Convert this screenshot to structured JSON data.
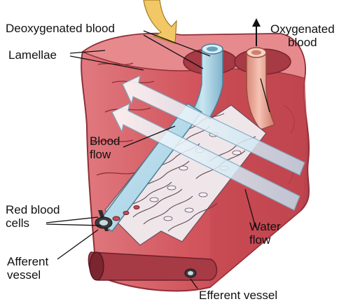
{
  "labels": {
    "deoxygenated": "Deoxygenated blood",
    "oxygenated": [
      "Oxygenated",
      "blood"
    ],
    "lamellae": "Lamellae",
    "blood_flow": [
      "Blood",
      "flow"
    ],
    "red_blood_cells": [
      "Red blood",
      "cells"
    ],
    "water_flow": [
      "Water",
      "flow"
    ],
    "afferent_vessel": [
      "Afferent",
      "vessel"
    ],
    "efferent_vessel": "Efferent vessel"
  },
  "colors": {
    "tissue": "#d2545c",
    "tissue_dark": "#a63a45",
    "tissue_light": "#e8868b",
    "blood_vessel_blue": "#9fcfe0",
    "oxygenated_vessel": "#e9a08e",
    "water_arrow": "#d7ecf6",
    "capillary": "#eaeaf0",
    "entry_arrow": "#f2c766",
    "label": "#111111"
  }
}
